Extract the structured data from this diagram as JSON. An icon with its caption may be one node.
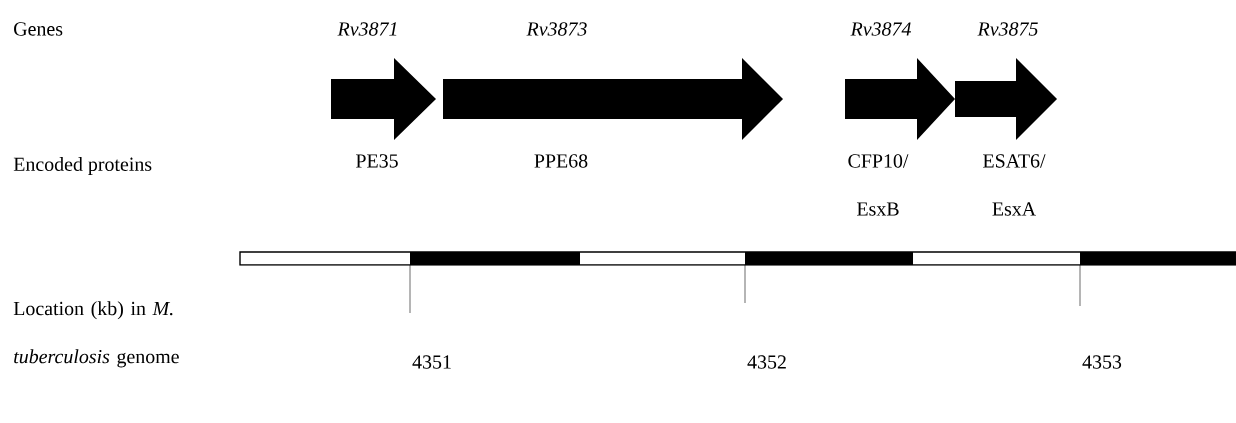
{
  "diagram": {
    "nodes": [
      {
        "text": [
          "Rv3871"
        ],
        "beside": [
          "PE35"
        ]
      },
      {
        "text": [
          "Rv3873"
        ],
        "beside": [
          "PPE68"
        ]
      },
      {
        "text": [
          "Rv3874"
        ],
        "beside": [
          "CFP10/ EsxB"
        ]
      },
      {
        "text": [
          "Rv3875"
        ],
        "beside": [
          "ESAT6/ EsxA"
        ]
      }
    ],
    "labels": [
      "Genes",
      "Encoded proteins",
      "Location (kb) in *M. tuberculosis* genome",
      "4351",
      "4352",
      "4353"
    ]
  }
}
